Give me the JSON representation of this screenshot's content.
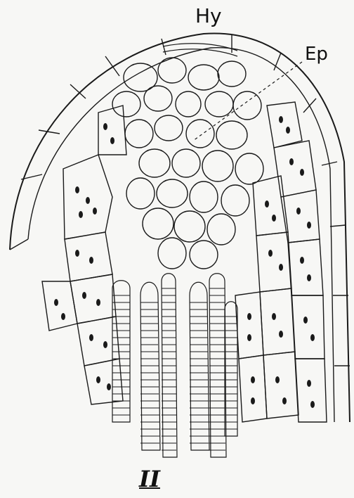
{
  "labels": {
    "hydathode": "Hy",
    "epithem": "Ep",
    "figure_number": "II"
  },
  "style": {
    "ink": "#1a1a1a",
    "paper": "#f7f7f5"
  }
}
